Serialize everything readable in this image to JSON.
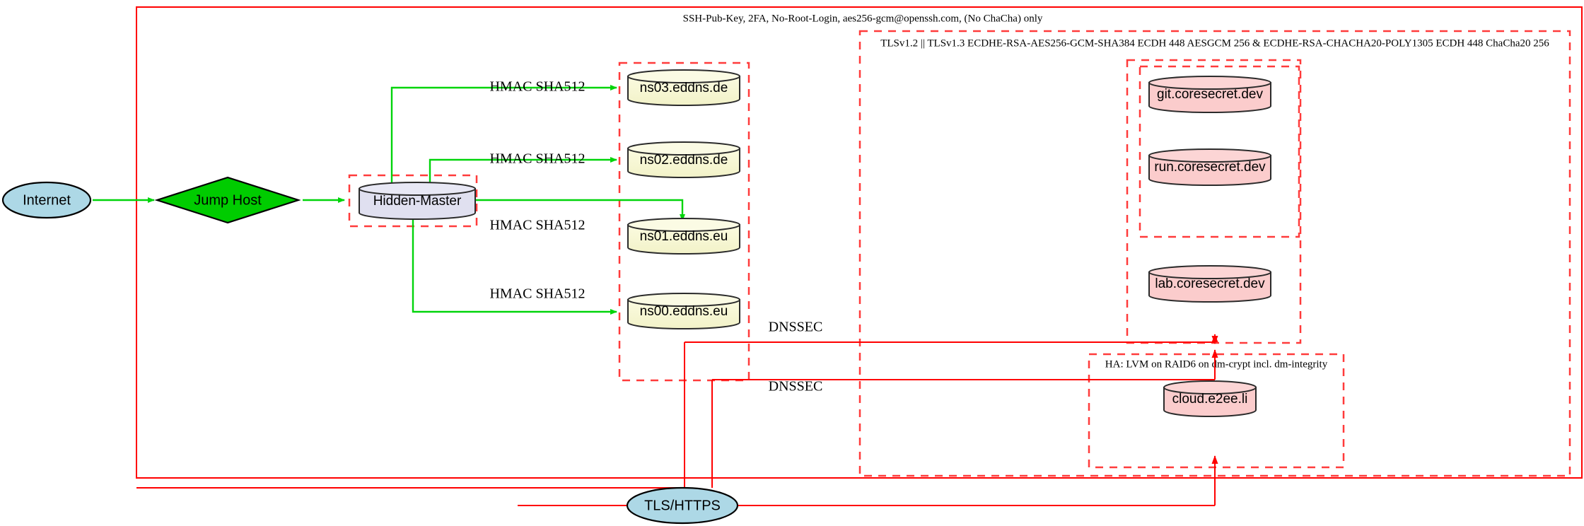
{
  "diagram": {
    "title": "Hidden-Master DNS and TLS infrastructure topology",
    "colors": {
      "cluster_solid_red": "#ff0000",
      "cluster_dashed_red": "#ff3b3b",
      "edge_green": "#00d40a",
      "edge_red": "#ff0000",
      "node_blue_fill": "#add8e6",
      "node_green_fill": "#00cc00",
      "node_lavender_fill": "#e0e0f0",
      "node_cream_fill": "#f7f7d0",
      "node_pink_fill": "#fbcccc",
      "node_stroke": "#2b2b2b"
    },
    "clusters": [
      {
        "id": "outer-ssh",
        "kind": "solid",
        "label": "SSH-Pub-Key, 2FA, No-Root-Login, aes256-gcm@openssh.com, (No ChaCha) only"
      },
      {
        "id": "tls-suite",
        "kind": "dashed",
        "label": "TLSv1.2 || TLSv1.3 ECDHE-RSA-AES256-GCM-SHA384 ECDH 448 AESGCM 256 & ECDHE-RSA-CHACHA20-POLY1305 ECDH 448 ChaCha20 256"
      },
      {
        "id": "ha-storage",
        "kind": "dashed",
        "label": "HA: LVM on RAID6 on dm-crypt incl. dm-integrity"
      },
      {
        "id": "hidden-master-box",
        "kind": "dashed",
        "label": ""
      },
      {
        "id": "dns-secondaries-box",
        "kind": "dashed",
        "label": ""
      },
      {
        "id": "coresecret-outer-box",
        "kind": "dashed",
        "label": ""
      },
      {
        "id": "coresecret-inner-box",
        "kind": "dashed",
        "label": ""
      }
    ],
    "nodes": [
      {
        "id": "internet",
        "label": "Internet",
        "shape": "ellipse",
        "fill": "#add8e6"
      },
      {
        "id": "jump-host",
        "label": "Jump Host",
        "shape": "diamond",
        "fill": "#00cc00"
      },
      {
        "id": "hidden-master",
        "label": "Hidden-Master",
        "shape": "cylinder",
        "fill": "#e0e0f0"
      },
      {
        "id": "ns03",
        "label": "ns03.eddns.de",
        "shape": "cylinder",
        "fill": "#f7f7d0"
      },
      {
        "id": "ns02",
        "label": "ns02.eddns.de",
        "shape": "cylinder",
        "fill": "#f7f7d0"
      },
      {
        "id": "ns01",
        "label": "ns01.eddns.eu",
        "shape": "cylinder",
        "fill": "#f7f7d0"
      },
      {
        "id": "ns00",
        "label": "ns00.eddns.eu",
        "shape": "cylinder",
        "fill": "#f7f7d0"
      },
      {
        "id": "git",
        "label": "git.coresecret.dev",
        "shape": "cylinder",
        "fill": "#fbcccc"
      },
      {
        "id": "run",
        "label": "run.coresecret.dev",
        "shape": "cylinder",
        "fill": "#fbcccc"
      },
      {
        "id": "lab",
        "label": "lab.coresecret.dev",
        "shape": "cylinder",
        "fill": "#fbcccc"
      },
      {
        "id": "cloud",
        "label": "cloud.e2ee.li",
        "shape": "cylinder",
        "fill": "#fbcccc"
      },
      {
        "id": "tls-https",
        "label": "TLS/HTTPS",
        "shape": "ellipse",
        "fill": "#add8e6"
      }
    ],
    "edges": [
      {
        "from": "internet",
        "to": "jump-host",
        "label": "",
        "color": "green"
      },
      {
        "from": "jump-host",
        "to": "hidden-master",
        "label": "",
        "color": "green"
      },
      {
        "from": "hidden-master",
        "to": "ns03",
        "label": "HMAC SHA512",
        "color": "green"
      },
      {
        "from": "hidden-master",
        "to": "ns02",
        "label": "HMAC SHA512",
        "color": "green"
      },
      {
        "from": "hidden-master",
        "to": "ns01",
        "label": "HMAC SHA512",
        "color": "green"
      },
      {
        "from": "hidden-master",
        "to": "ns00",
        "label": "HMAC SHA512",
        "color": "green"
      },
      {
        "from": "tls-https",
        "to": "coresecret-outer-box",
        "label": "DNSSEC",
        "color": "red"
      },
      {
        "from": "tls-https",
        "to": "ha-storage",
        "label": "DNSSEC",
        "color": "red"
      }
    ],
    "edge_labels": {
      "hmac": "HMAC SHA512",
      "dnssec": "DNSSEC"
    }
  }
}
